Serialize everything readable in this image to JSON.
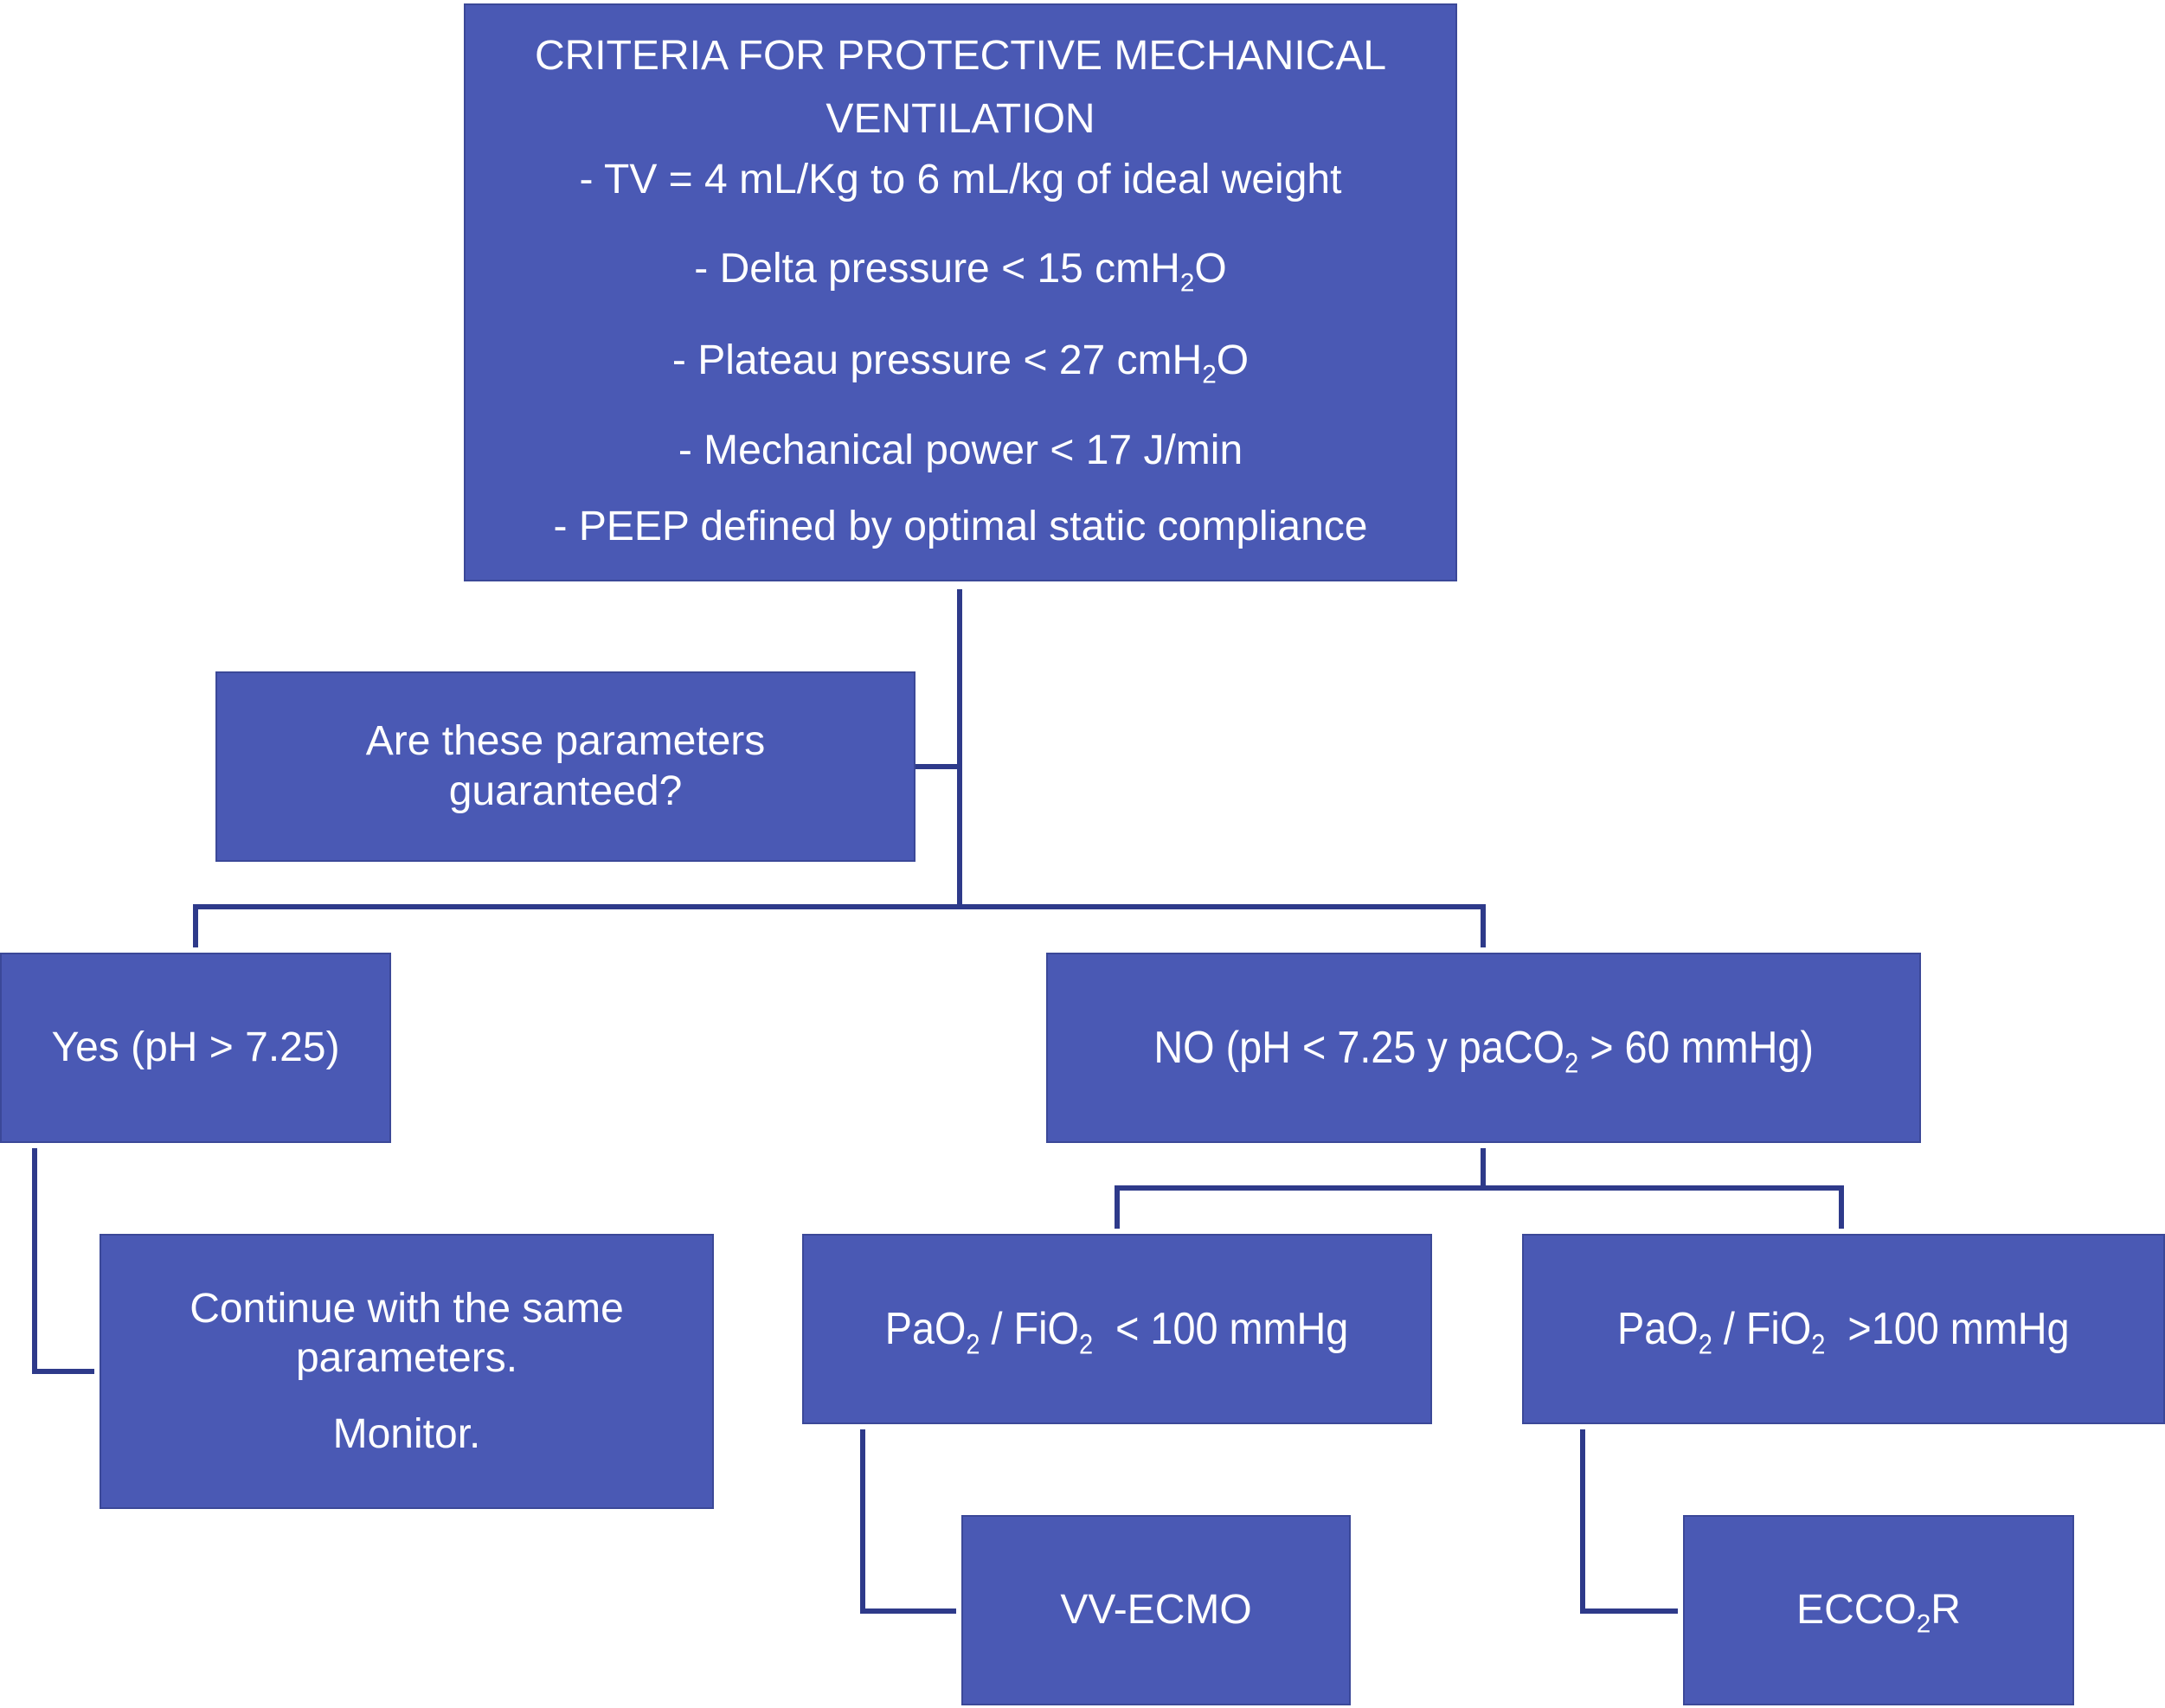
{
  "colors": {
    "box_fill": "#4a59b4",
    "box_border": "#3b4898",
    "box_text": "#ffffff",
    "connector": "#2e3a8a",
    "background": "#ffffff"
  },
  "criteria_box": {
    "title_line1": "CRITERIA FOR PROTECTIVE MECHANICAL",
    "title_line2": "VENTILATION",
    "tv": "- TV = 4 mL/Kg to 6 mL/kg of ideal weight",
    "delta_prefix": "- Delta pressure < 15 cmH",
    "delta_sub": "2",
    "delta_suffix": "O",
    "plateau_prefix": "- Plateau pressure < 27 cmH",
    "plateau_sub": "2",
    "plateau_suffix": "O",
    "power": "- Mechanical power < 17 J/min",
    "peep": "- PEEP defined by optimal static compliance"
  },
  "question_box": {
    "line1": "Are these parameters",
    "line2": "guaranteed?"
  },
  "yes_box": {
    "label": "Yes (pH > 7.25)"
  },
  "no_box": {
    "prefix": "NO (pH < 7.25 y paCO",
    "sub": "2",
    "suffix": " > 60 mmHg)"
  },
  "continue_box": {
    "line1": "Continue with the same",
    "line2": "parameters.",
    "line3": "Monitor."
  },
  "pafi_low_box": {
    "p1": "PaO",
    "s1": "2",
    "p2": " / FiO",
    "s2": "2",
    "p3": "  < 100 mmHg"
  },
  "pafi_high_box": {
    "p1": "PaO",
    "s1": "2",
    "p2": " / FiO",
    "s2": "2",
    "p3": "  >100 mmHg"
  },
  "vvecmo_box": {
    "label": "VV-ECMO"
  },
  "ecco2r_box": {
    "prefix": "ECCO",
    "sub": "2",
    "suffix": "R"
  }
}
